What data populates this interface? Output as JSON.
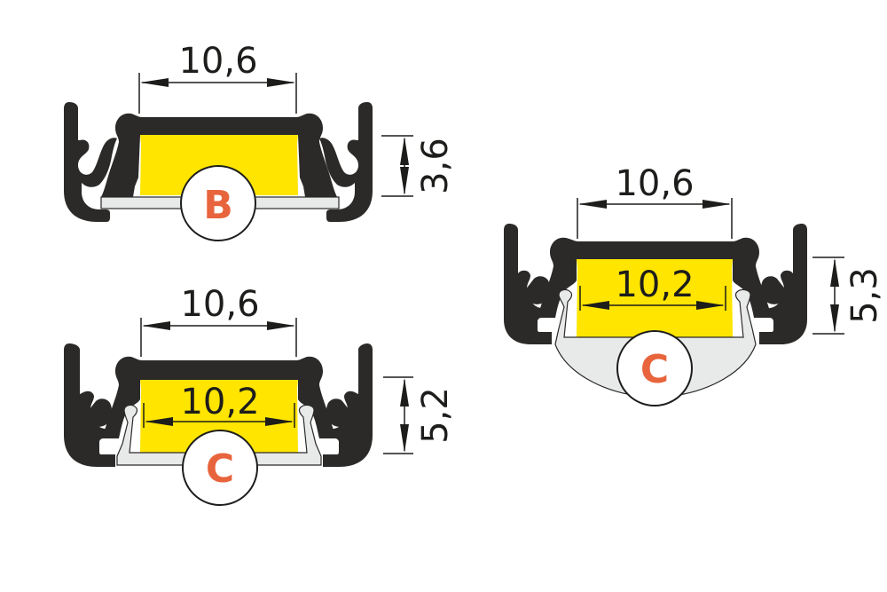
{
  "title": "LED profile cross-sections with diffuser options",
  "colors": {
    "profile": "#2b2a29",
    "led_strip": "#ffe500",
    "diffuser": "#e8e9e9",
    "badge_letter": "#e8643c",
    "dimension": "#1d1d1b"
  },
  "profiles": [
    {
      "id": "profile-b",
      "diffuser_type": "B",
      "dimensions": {
        "inner_width": "10,6",
        "height": "3,6"
      }
    },
    {
      "id": "profile-c-flat",
      "diffuser_type": "C",
      "dimensions": {
        "inner_width": "10,6",
        "led_width": "10,2",
        "height": "5,2"
      }
    },
    {
      "id": "profile-c-round",
      "diffuser_type": "C",
      "dimensions": {
        "inner_width": "10,6",
        "led_width": "10,2",
        "height": "5,3"
      }
    }
  ]
}
